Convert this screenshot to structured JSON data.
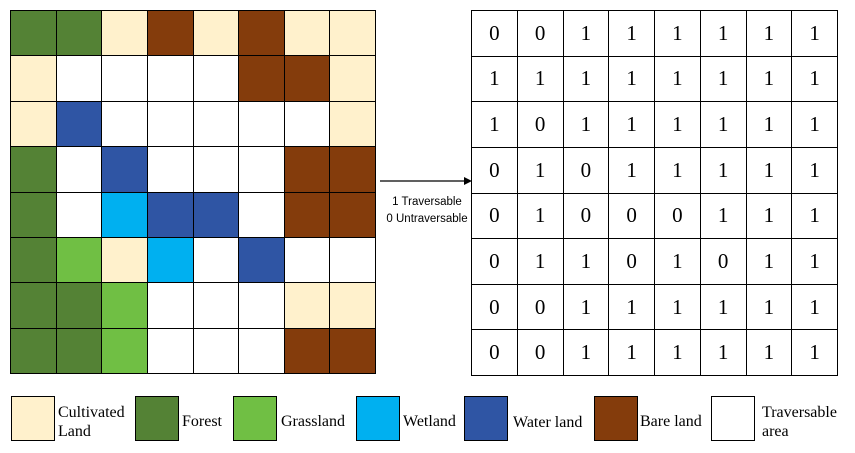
{
  "colors": {
    "cultivated": "#FFF1CC",
    "forest": "#548235",
    "grassland": "#70BF44",
    "wetland": "#00B0F0",
    "water": "#2F55A4",
    "bare": "#843C0C",
    "traversable": "#FFFFFF"
  },
  "landcover_grid": [
    [
      "forest",
      "forest",
      "cultivated",
      "bare",
      "cultivated",
      "bare",
      "cultivated",
      "cultivated"
    ],
    [
      "cultivated",
      "traversable",
      "traversable",
      "traversable",
      "traversable",
      "bare",
      "bare",
      "cultivated"
    ],
    [
      "cultivated",
      "water",
      "traversable",
      "traversable",
      "traversable",
      "traversable",
      "traversable",
      "cultivated"
    ],
    [
      "forest",
      "traversable",
      "water",
      "traversable",
      "traversable",
      "traversable",
      "bare",
      "bare"
    ],
    [
      "forest",
      "traversable",
      "wetland",
      "water",
      "water",
      "traversable",
      "bare",
      "bare"
    ],
    [
      "forest",
      "grassland",
      "cultivated",
      "wetland",
      "traversable",
      "water",
      "traversable",
      "traversable"
    ],
    [
      "forest",
      "forest",
      "grassland",
      "traversable",
      "traversable",
      "traversable",
      "cultivated",
      "cultivated"
    ],
    [
      "forest",
      "forest",
      "grassland",
      "traversable",
      "traversable",
      "traversable",
      "bare",
      "bare"
    ]
  ],
  "binary_grid": [
    [
      "0",
      "0",
      "1",
      "1",
      "1",
      "1",
      "1",
      "1"
    ],
    [
      "1",
      "1",
      "1",
      "1",
      "1",
      "1",
      "1",
      "1"
    ],
    [
      "1",
      "0",
      "1",
      "1",
      "1",
      "1",
      "1",
      "1"
    ],
    [
      "0",
      "1",
      "0",
      "1",
      "1",
      "1",
      "1",
      "1"
    ],
    [
      "0",
      "1",
      "0",
      "0",
      "0",
      "1",
      "1",
      "1"
    ],
    [
      "0",
      "1",
      "1",
      "0",
      "1",
      "0",
      "1",
      "1"
    ],
    [
      "0",
      "0",
      "1",
      "1",
      "1",
      "1",
      "1",
      "1"
    ],
    [
      "0",
      "0",
      "1",
      "1",
      "1",
      "1",
      "1",
      "1"
    ]
  ],
  "arrow_labels": {
    "traversable": "1 Traversable",
    "untraversable": "0 Untraversable"
  },
  "legend": {
    "cultivated": [
      "Cultivated",
      "Land"
    ],
    "forest": "Forest",
    "grassland": "Grassland",
    "wetland": "Wetland",
    "water": "Water land",
    "bare": "Bare land",
    "traversable": [
      "Traversable",
      "area"
    ]
  }
}
